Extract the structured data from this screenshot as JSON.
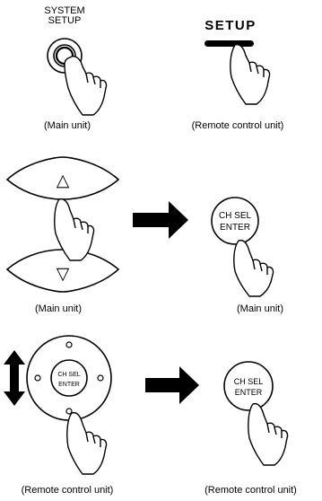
{
  "row1": {
    "system_setup_line1": "SYSTEM",
    "system_setup_line2": "SETUP",
    "setup_label": "SETUP",
    "caption_left": "(Main unit)",
    "caption_right": "(Remote control unit)"
  },
  "row2": {
    "up_glyph": "△",
    "down_glyph": "▽",
    "ch_sel_line1": "CH SEL",
    "ch_sel_line2": "ENTER",
    "caption_left": "(Main unit)",
    "caption_right": "(Main unit)"
  },
  "row3": {
    "center_line1": "CH SEL",
    "center_line2": "ENTER",
    "ch_sel_line1": "CH SEL",
    "ch_sel_line2": "ENTER",
    "caption_left": "(Remote control unit)",
    "caption_right": "(Remote control unit)"
  },
  "colors": {
    "ink": "#000000",
    "paper": "#ffffff"
  }
}
